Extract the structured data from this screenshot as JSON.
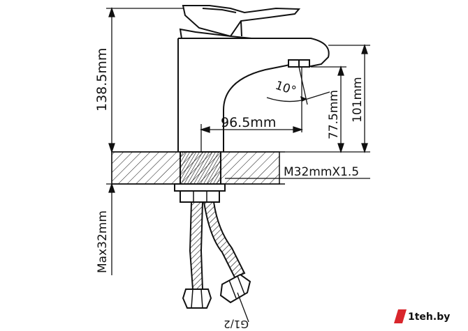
{
  "dimensions": {
    "height_total": "138.5mm",
    "spout_height": "101mm",
    "outlet_height": "77.5mm",
    "spout_reach": "96.5mm",
    "angle": "10°",
    "thread": "M32mmX1.5",
    "max_counter": "Max32mm",
    "hose_thread": "G1/2"
  },
  "watermark": {
    "text": "1teh.by"
  },
  "colors": {
    "ink": "#111111",
    "watermark_bg": "#d9262c",
    "watermark_text": "#ffffff"
  }
}
